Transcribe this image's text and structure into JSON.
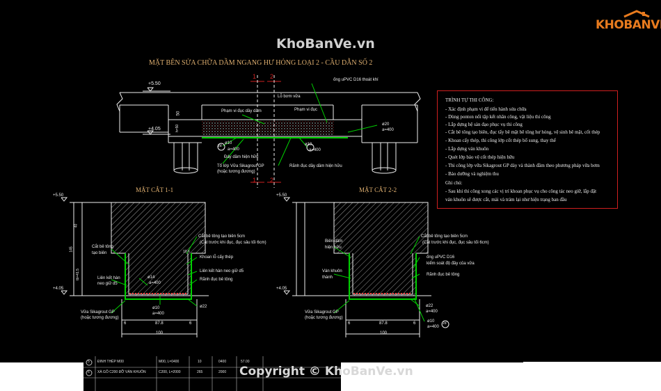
{
  "watermark_top": "KhoBanVe.vn",
  "watermark_bottom": "Copyright © KhoBanVe.vn",
  "logo": {
    "text": "KHOBANVE",
    "icon": "house-roof-icon",
    "accent": "#e87b1e"
  },
  "title_main": "MẶT BÊN SỬA CHỮA DẦM NGANG HƯ HỎNG LOẠI 2  - CẦU DẪN SỐ 2",
  "section_left_title": "MẶT CẮT 1-1",
  "section_right_title": "MẶT CẮT 2-2",
  "section_marks": {
    "one": "1",
    "two": "2"
  },
  "elevation": {
    "level_top": "+5.50",
    "level_bottom": "+4.05",
    "hole_label": "Lỗ bơm vữa",
    "pipe_label": "ống uPVC D16 thoát khí",
    "repair_zone": "Phạm vi đục dầy dầm",
    "chisel_zone": "Phạm vi đục",
    "rebar_a": "ø10",
    "rebar_a_spacing": "a=400",
    "rebar_a_count": "2d",
    "rebar_b": "ø10",
    "rebar_b_spacing": "a=400",
    "rebar_c": "ø20",
    "rebar_c_spacing": "a=400",
    "existing_beam_bottom": "Đáy dầm hiện hữu",
    "grout_label": "Tổ lớp Vữa Sikagrout GP",
    "grout_alt": "(hoặc tương đương)",
    "groove_label": "Rãnh đục dầy dầm hiện hữu",
    "dim_50": "50",
    "dim_h": "h=50"
  },
  "notes": {
    "heading": "TRÌNH TỰ THI CÔNG:",
    "steps": [
      "- Xác định phạm vi để tiến hành sửa chữa",
      "- Dùng ponton nổi tập kết nhân công, vật liệu thi công",
      "- Lắp dựng hệ sàn đạo phục vụ thi công",
      "- Cắt bê tông tạo biên, đục tẩy bê mặt bê tông hư hỏng, vệ sinh bê mặt, cốt thép",
      "- Khoan cấy thép, thi công lớp cốt thép bổ sung, thay thế",
      "- Lắp dựng ván khuôn",
      "- Quét lớp bảo vệ cốt thép hiện hữu",
      "- Thi công lớp vữa Sikagrout GP dày và thành đầm theo phương pháp vữa bơm",
      "- Bảo dưỡng và nghiệm thu"
    ],
    "note_heading": "Ghi chú:",
    "note_lines": [
      "- Sau khi thi công xong các vị trí khoan phục vụ cho công tác neo giữ, lắp đặt",
      "ván khuôn sẽ được cắt, mài và trám lại như hiện trạng ban đầu"
    ]
  },
  "section_left": {
    "level_top": "+5.50",
    "level_bottom": "+4.05",
    "cut_edge": "Cắt bê tông tạo biên 5cm",
    "cut_edge_note": "(Cắt trước khi đục, đục sâu tối 6cm)",
    "cut_concrete": "Cắt bê tông",
    "create_edge": "tạo biên",
    "drill_label": "Khoan lỗ cấy thép",
    "anchor": "Liên kết hàn neo giữ d5",
    "anchor_left": "Liên kết hàn",
    "anchor_left2": "neo giữ d5",
    "groove": "Rãnh đục bê tông",
    "rebar_14": "ø14",
    "rebar_14_sp": "a=400",
    "rebar_10": "ø10",
    "rebar_10_sp": "a=400",
    "rebar_22": "ø22",
    "grout": "Vữa Sikagrout GP",
    "grout_alt": "(hoặc tương đương)",
    "dim_6": "6",
    "dim_878": "87.8",
    "dim_100": "100",
    "dim_40": "40",
    "dim_145": "145",
    "dim_106": "10.6",
    "dim_h": "tb=41.5"
  },
  "section_right": {
    "level_top": "+5.50",
    "level_bottom": "+4.05",
    "cut_edge": "Cắt bê tông tạo biên 5cm",
    "cut_edge_note": "(Cắt trước khi đục, đục sâu tối 6cm)",
    "beam_label": "Biên dầm",
    "beam_label2": "hiện hữu",
    "pipe": "ống uPVC D16",
    "pipe_note": "kiểm soát độ đầy của vữa",
    "formwork": "Ván khuôn",
    "formwork2": "thành",
    "groove": "Rãnh đục bê tông",
    "rebar_22": "ø22",
    "rebar_22_sp": "a=400",
    "rebar_10": "ø10",
    "rebar_10_sp": "a=400",
    "rebar_count": "2d",
    "grout": "Vữa Sikagrout GP",
    "grout_alt": "(hoặc tương đương)",
    "dim_6": "6",
    "dim_878": "87.8",
    "dim_100": "100"
  },
  "table_rows": [
    {
      "no": "5",
      "name": "ĐINH THÉP M00",
      "spec": "M00, L=0400",
      "qty": "10",
      "len": "0400",
      "w": "57.00"
    },
    {
      "no": "6",
      "name": "XÀ GỖ C200 ĐỠ VÁN KHUÔN",
      "spec": "C200, L=2000",
      "qty": "265",
      "len": "2000",
      "w": ""
    }
  ],
  "colors": {
    "background": "#000000",
    "lines": "#f0f0f0",
    "green": "#00d000",
    "hatch": "#c0c0c0",
    "accent_red": "#d02020",
    "title": "#e0b070",
    "dim": "#f0e060"
  }
}
